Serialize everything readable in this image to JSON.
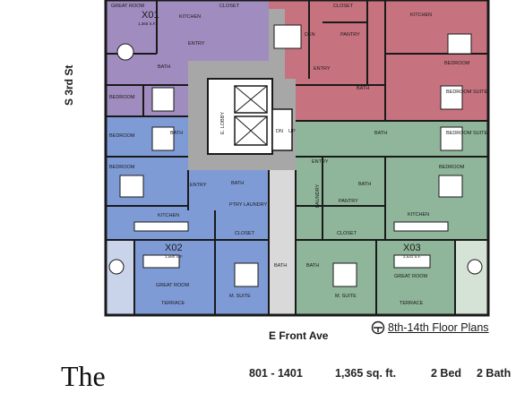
{
  "streets": {
    "side": "S 3rd St",
    "bottom": "E Front Ave"
  },
  "floors_link": "8th-14th Floor Plans",
  "brand": "The",
  "spec": {
    "units": "801 - 1401",
    "area": "1,365 sq. ft.",
    "beds": "2 Bed",
    "baths": "2 Bath"
  },
  "units": [
    {
      "id": "X01",
      "area": "1,365 S.F.",
      "color": "#a08cbf"
    },
    {
      "id": "X02",
      "area": "1,580 S.F.",
      "color": "#7f9bd6"
    },
    {
      "id": "X03",
      "area": "2,531 S.F.",
      "color": "#8fb59a"
    },
    {
      "id": "",
      "area": "",
      "color": "#c7727f"
    }
  ],
  "room_labels": {
    "great_room": "GREAT ROOM",
    "bedroom": "BEDROOM",
    "bedroom_suite": "BEDROOM SUITE",
    "bath": "BATH",
    "entry": "ENTRY",
    "closet": "CLOSET",
    "kitchen": "KITCHEN",
    "pantry": "PANTRY",
    "den": "DEN",
    "laundry": "LAUNDRY",
    "m_suite": "M. SUITE",
    "terrace": "TERRACE",
    "lobby": "E. LOBBY",
    "up": "UP",
    "dn": "DN",
    "ptry": "PTRY"
  },
  "colors": {
    "core": "#a7a7a7",
    "wall": "#1a1a1a",
    "terrace": "#c9d3ea"
  }
}
